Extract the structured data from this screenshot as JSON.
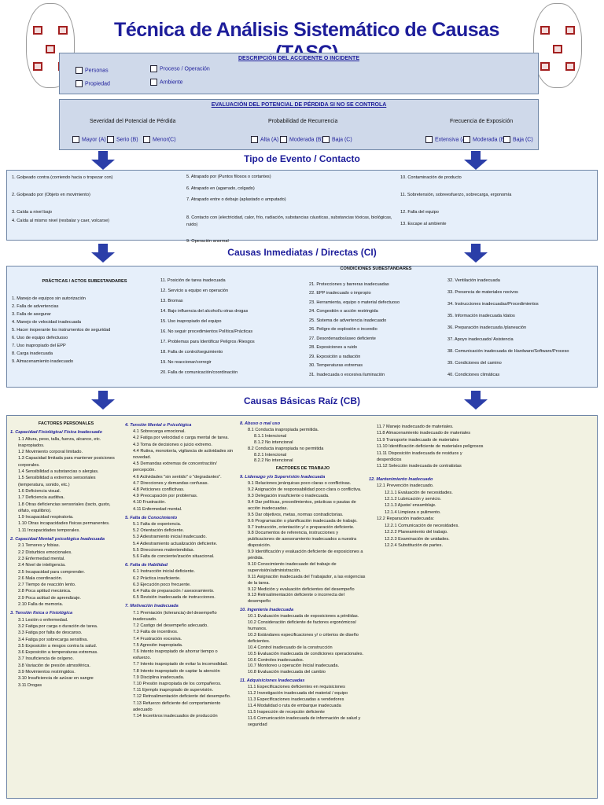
{
  "title": "Técnica de Análisis Sistemático de Causas (TASC)",
  "description": {
    "title": "DESCRIPCIÓN DEL ACCIDENTE O INCIDENTE",
    "options": [
      "Personas",
      "Propiedad",
      "Proceso / Operación",
      "Ambiente"
    ]
  },
  "evaluation": {
    "title": "EVALUACIÓN  DEL POTENCIAL DE PÉRDIDA SI NO SE CONTROLA",
    "severity": {
      "label": "Severidad del Potencial de Pérdida",
      "options": [
        "Mayor (A)",
        "Serio (B)",
        "Menor(C)"
      ]
    },
    "probability": {
      "label": "Probabilidad de Recurrencia",
      "options": [
        "Alta (A)",
        "Moderada (B)",
        "Baja (C)"
      ]
    },
    "frequency": {
      "label": "Frecuencia de Exposición",
      "options": [
        "Extensiva (A)",
        "Moderada (B)",
        "Baja (C)"
      ]
    }
  },
  "sections": {
    "event": "Tipo de Evento / Contacto",
    "ci": "Causas Inmediatas / Directas (CI)",
    "cb": "Causas Básicas  Raíz (CB)"
  },
  "events": {
    "col1": [
      "1.  Golpeado contra (corriendo hacia o tropezar con)",
      "2.  Golpeado por (Objeto en movimiento)",
      "3.  Caída a nivel bajo",
      "4.  Caída al mismo nivel (resbalar y caer, volcarse)"
    ],
    "col2": [
      "5.  Atrapado por (Puntos filosos o cortantes)",
      "6.  Atrapado en (agarrado, colgado)",
      "7.  Atrapado entre o debajo (aplastado o amputado)",
      "8.  Contacto con (electricidad, calor, frío, radiación, substancias cáusticas, substancias tóxicas, biológicas, ruido)",
      "9.  Operación anormal"
    ],
    "col3": [
      "10.  Contaminación de producto",
      "11.  Sobretensión, sobreesfuerzo, sobrecarga, ergonomía",
      "12.  Falla del equipo",
      "13.  Escape al ambiente"
    ]
  },
  "ci": {
    "practices_title": "PRÁCTICAS / ACTOS SUBESTANDARES",
    "practices": [
      "1.  Manejo de equipos sin autorización",
      "2.  Falla de advertencias",
      "3.  Falla de asegurar",
      "4.  Manejo de velocidad inadecuada",
      "5.  Hacer inoperante los instrumentos de seguridad",
      "6.  Uso de equipo defectuoso",
      "7.  Uso inapropiado del EPP",
      "8.  Carga inadecuada",
      "9.  Almacenamiento inadecuado"
    ],
    "practices2": [
      "11.  Posición de tarea inadecuada",
      "12.  Servicio a equipo en operación",
      "13.  Bromas",
      "14.  Bajo influencia del alcohol/u otras drogas",
      "15.  Uso inapropiado del equipo",
      "16.  No seguir procedimientos Política/Prácticas",
      "17.  Problemas para Identificar Peligros /Riesgos",
      "18.  Falla de control/seguimiento",
      "19.  No reaccionar/corregir",
      "20.  Falla de comunicación/coordinación"
    ],
    "conditions_title": "CONDICIONES SUBESTANDARES",
    "conditions": [
      "21.  Protecciones y barreras inadecuadas",
      "22.  EPP inadecuado o impropio",
      "23.  Herramienta, equipo o material defectuoso",
      "24.  Congestión o acción restringida",
      "25.  Sistema de advertencia inadecuado",
      "26.  Peligro de explosión o incendio",
      "27.  Desordenados/aseo deficiente",
      "28.  Exposiciones a ruido",
      "29.  Exposición a radiación",
      "30.  Temperaturas extremas",
      "31.  Inadecuada o excesiva iluminación"
    ],
    "conditions2": [
      "32.  Ventilación inadecuada",
      "33.  Presencia de materiales nocivos",
      "34.  Instrucciones inadecuadas/Procedimientos",
      "35.  Información inadecuada /datos",
      "36.  Preparación inadecuada /planeación",
      "37.  Apoyo inadecuado/ Asistencia",
      "38.  Comunicación inadecuada de Hardware/Software/Proceso",
      "39.  Condiciones del camino",
      "40.  Condiciones climáticas"
    ]
  },
  "cb": {
    "personal_title": "FACTORES PERSONALES",
    "work_title": "FACTORES DE TRABAJO",
    "c1": [
      {
        "h": "1.  Capacidad  Fisiológica/ Física Inadecuado",
        "items": [
          "1.1  Altura, peso, talla, fuerza, alcance, etc. inapropiados.",
          "1.2  Movimiento corporal limitado.",
          "1.3  Capacidad limitada para mantener posiciones corporales.",
          "1.4  Sensibilidad a substancias o alergias.",
          "1.5  Sensibilidad a extremos sensoriales (temperatura, sonido, etc.)",
          "1.6  Deficiencia visual.",
          "1.7  Deficiencia auditiva.",
          "1.8  Otras deficiencias sensoriales (tacto, gusto, olfato, equilibrio).",
          "1.9  Incapacidad respiratoria.",
          "1.10  Otras incapacidades físicas permanentes.",
          "1.11  Incapacidades temporales."
        ]
      },
      {
        "h": "2.  Capacidad Mental/ psicológica Inadecuada",
        "items": [
          "2.1  Temores y fobias.",
          "2.2  Disturbios emocionales.",
          "2.3  Enfermedad mental.",
          "2.4  Nivel de inteligencia.",
          "2.5  Incapacidad para comprender.",
          "2.6  Mala coordinación.",
          "2.7  Tiempo de reacción lento.",
          "2.8  Poca aptitud mecánica.",
          "2.9  Poca actitud de aprendizaje.",
          "2.10  Falla de memoria."
        ]
      },
      {
        "h": "3.  Tensión física o Fisiológica",
        "items": [
          "3.1  Lesión o enfermedad.",
          "3.2  Fatiga por carga o duración de tarea.",
          "3.3  Fatiga por falta de descanso.",
          "3.4  Fatiga por sobrecarga sensitiva.",
          "3.5  Exposición a riesgos contra la salud.",
          "3.6  Exposición a temperaturas extremas.",
          "3.7  Insuficiencia de oxígeno.",
          "3.8  Variación de presión atmosférica.",
          "3.9  Movimientos restringidos.",
          "3.10  Insuficiencia de azúcar en sangre",
          "3.11  Drogas"
        ]
      }
    ],
    "c2": [
      {
        "h": "4.  Tensión Mental o Psicológica",
        "items": [
          "4.1  Sobrecarga emocional.",
          "4.2  Fatiga por velocidad o carga mental de tarea.",
          "4.3  Toma de decisiones o juicio extremo.",
          "4.4  Rutina, monotonía, vigilancia de actividades sin novedad.",
          "4.5  Demandas extremas de concentración/ percepción.",
          "4.6  Actividades \"sin sentido\" o \"degradantes\".",
          "4.7  Direcciones y demandas confusas.",
          "4.8  Peticiones conflictivas.",
          "4.9  Preocupación por problemas.",
          "4.10  Frustración.",
          "4.11  Enfermedad mental."
        ]
      },
      {
        "h": "5.  Falta de Conocimiento",
        "items": [
          "5.1  Falta de experiencia.",
          "5.2  Orientación deficiente.",
          "5.3  Adiestramiento inicial inadecuado.",
          "5.4  Adiestramiento actualización deficiente.",
          "5.5  Direcciones malentendidas.",
          "5.6  Falta de conciente/ización situacional."
        ]
      },
      {
        "h": "6.  Falta de Habilidad",
        "items": [
          "6.1  Instrucción inicial deficiente.",
          "6.2  Práctica insuficiente.",
          "6.3  Ejecución poco frecuente.",
          "6.4  Falta de preparación / asesoramiento.",
          "6.5  Revisión inadecuada de instrucciones."
        ]
      },
      {
        "h": "7.  Motivación Inadecuada",
        "items": [
          "7.1  Premiación (tolerancia) del desempeño inadecuado.",
          "7.2  Castigo del desempeño adecuado.",
          "7.3  Falta de incentivos.",
          "7.4  Frustración excesiva.",
          "7.5  Agresión inapropiada.",
          "7.6  Intento inapropiado de ahorrar tiempo o esfuerzo.",
          "7.7  Intento inapropiado de evitar la incomodidad.",
          "7.8  Intento inapropiado de captar la atención",
          "7.9  Disciplina inadecuada.",
          "7.10  Presión inapropiada de los compañeros.",
          "7.11  Ejemplo inapropiado de supervisión.",
          "7.12  Retroalimentación deficiente del desempeño.",
          "7.13  Refuerzo deficiente del comportamiento adecuado",
          "7.14  Incentivos inadecuados  de producción"
        ]
      }
    ],
    "c3": [
      {
        "h": "8.  Abuso o mal uso",
        "items": [
          "8.1  Conducta inapropiada permitida.",
          "8.1.1  Intencional",
          "8.1.2  No intencional",
          "8.2  Conducta inapropiada no  permitida",
          "8.2.1  Intencional",
          "8.2.2  No intencional"
        ]
      },
      {
        "h": "9.  Liderazgo y/o Supervisión Inadecuada",
        "items": [
          "9.1  Relaciones jerárquicas poco claras o conflictivas.",
          "9.2  Asignación de responsabilidad poco clara o conflictiva.",
          "9.3  Delegación insuficiente o inadecuada.",
          "9.4  Dar políticas, procedimientos, prácticas o pautas  de  acción inadecuadas.",
          "9.5  Dar objetivos, metas, normas contradictorias.",
          "9.6  Programación o planificación inadecuada de trabajo.",
          "9.7  Instrucción, orientación y/ o preparación deficiente.",
          "9.8  Documentos de referencia, instrucciones y publicaciones de asesoramiento inadecuados a nuestra disposición.",
          "9.9  Identificación y evaluación deficiente de exposiciones a pérdida.",
          "9.10  Conocimiento inadecuado del trabajo de supervisión/administración.",
          "9.11  Asignación inadecuada del Trabajador, a las exigencias de la tarea.",
          "9.12  Medición y evaluación deficientes del desempeño",
          "9.13  Retroalimentación deficiente o incorrecta del desempeño"
        ]
      },
      {
        "h": "10.  Ingeniería Inadecuada",
        "items": [
          "10.1  Evaluación inadecuada de exposiciones  a pérdidas.",
          "10.2  Consideración deficiente de factores ergonómicos/ humanos.",
          "10.3  Estándares especificaciones y/ o criterios de diseño deficientes.",
          "10.4  Control inadecuado de la construcción",
          "10.5  Evaluación inadecuada de condiciones operacionales.",
          "10.6  Controles inadecuados.",
          "10.7  Monitoreo u operación Inicial inadecuada.",
          "10.8  Evaluación inadecuada del cambio"
        ]
      },
      {
        "h": "11.  Adquisiciones Inadecuadas",
        "items": [
          "11.1  Especificaciones deficientes  en requisiciones",
          "11.2  Investigación inadecuada  del material / equipo",
          "11.3  Especificaciones inadecuadas a vendedores",
          "11.4  Modalidad o ruta de embarque inadecuada",
          "11.5  Inspección de recepción deficiente",
          "11.6  Comunicación inadecuada de información de salud y seguridad"
        ]
      }
    ],
    "c4": [
      {
        "h": "",
        "items": [
          "11.7  Manejo inadecuado de materiales.",
          "11.8  Almacenamiento inadecuado de materiales",
          "11.9  Transporte inadecuado de materiales",
          "11.10  Identificación deficiente de materiales peligrosos",
          "11.11  Disposición inadecuada de residuos y desperdicios",
          "11.12  Selección inadecuada de contratistas"
        ]
      },
      {
        "h": "12.  Mantenimiento Inadecuado",
        "items": [
          "12.1  Prevención inadecuado.",
          "12.1.1  Evaluación de necesidades.",
          "12.1.2  Lubricación y servicio.",
          "12.1.3  Ajuste/ ensamblaje.",
          "12.1.4  Limpieza o pulimento.",
          "12.2  Reparación inadecuada:",
          "12.2.1  Comunicación de necesidades.",
          "12.2.2  Planeamiento del  trabajo.",
          "12.2.3  Examinación de unidades.",
          "12.2.4  Substitución de partes."
        ]
      }
    ]
  }
}
